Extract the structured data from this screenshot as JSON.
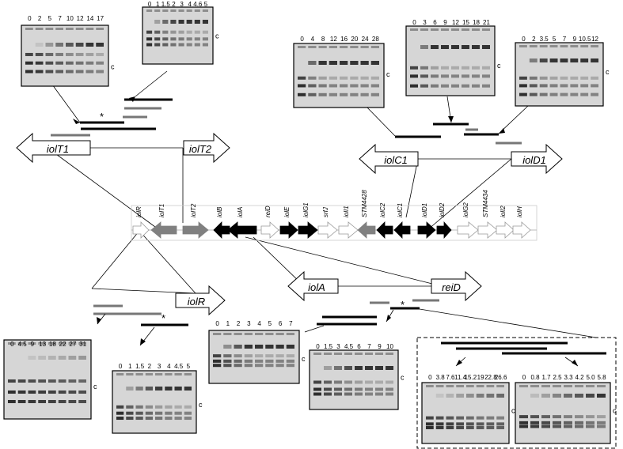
{
  "operon": {
    "genes": [
      {
        "name": "iolR",
        "color": "white"
      },
      {
        "name": "iolT1",
        "color": "gray"
      },
      {
        "name": "iolT2",
        "color": "gray"
      },
      {
        "name": "iolB",
        "color": "black"
      },
      {
        "name": "iolA",
        "color": "black"
      },
      {
        "name": "reiD",
        "color": "white"
      },
      {
        "name": "iolE",
        "color": "black"
      },
      {
        "name": "iolG1",
        "color": "black"
      },
      {
        "name": "srfJ",
        "color": "white"
      },
      {
        "name": "iolI1",
        "color": "white"
      },
      {
        "name": "STM4428",
        "color": "gray"
      },
      {
        "name": "iolC2",
        "color": "black"
      },
      {
        "name": "iolC1",
        "color": "black"
      },
      {
        "name": "iolD1",
        "color": "black"
      },
      {
        "name": "iolD2",
        "color": "black"
      },
      {
        "name": "iolG2",
        "color": "white"
      },
      {
        "name": "STM4434",
        "color": "white"
      },
      {
        "name": "iolI2",
        "color": "white"
      },
      {
        "name": "iolH",
        "color": "white"
      }
    ]
  },
  "callouts": {
    "iolT1": "iolT1",
    "iolT2": "iolT2",
    "iolC1": "iolC1",
    "iolD1": "iolD1",
    "iolR": "iolR",
    "iolA": "iolA",
    "reiD": "reiD"
  },
  "asterisk": "*",
  "gels": [
    {
      "id": "g1",
      "lanes": [
        "0",
        "2",
        "5",
        "7",
        "10",
        "12",
        "14",
        "17"
      ]
    },
    {
      "id": "g2",
      "lanes": [
        "0",
        "1",
        "1.5",
        "2",
        "3",
        "4",
        "4.6",
        "5"
      ]
    },
    {
      "id": "g3",
      "lanes": [
        "0",
        "4",
        "8",
        "12",
        "16",
        "20",
        "24",
        "28"
      ]
    },
    {
      "id": "g4",
      "lanes": [
        "0",
        "3",
        "6",
        "9",
        "12",
        "15",
        "18",
        "21"
      ]
    },
    {
      "id": "g5",
      "lanes": [
        "0",
        "2",
        "3.5",
        "5",
        "7",
        "9",
        "10.5",
        "12"
      ]
    },
    {
      "id": "g6",
      "lanes": [
        "0",
        "4.5",
        "9",
        "13",
        "18",
        "22",
        "27",
        "31"
      ]
    },
    {
      "id": "g7",
      "lanes": [
        "0",
        "1",
        "1.5",
        "2",
        "3",
        "4",
        "4.5",
        "5"
      ]
    },
    {
      "id": "g8",
      "lanes": [
        "0",
        "1",
        "2",
        "3",
        "4",
        "5",
        "6",
        "7"
      ]
    },
    {
      "id": "g9",
      "lanes": [
        "0",
        "1.5",
        "3",
        "4.5",
        "6",
        "7",
        "9",
        "10"
      ]
    },
    {
      "id": "g10",
      "lanes": [
        "0",
        "3.8",
        "7.6",
        "11.4",
        "15.2",
        "19",
        "22.8",
        "26.6"
      ]
    },
    {
      "id": "g11",
      "lanes": [
        "0",
        "0.8",
        "1.7",
        "2.5",
        "3.3",
        "4.2",
        "5.0",
        "5.8"
      ]
    }
  ],
  "complex_label": "c"
}
